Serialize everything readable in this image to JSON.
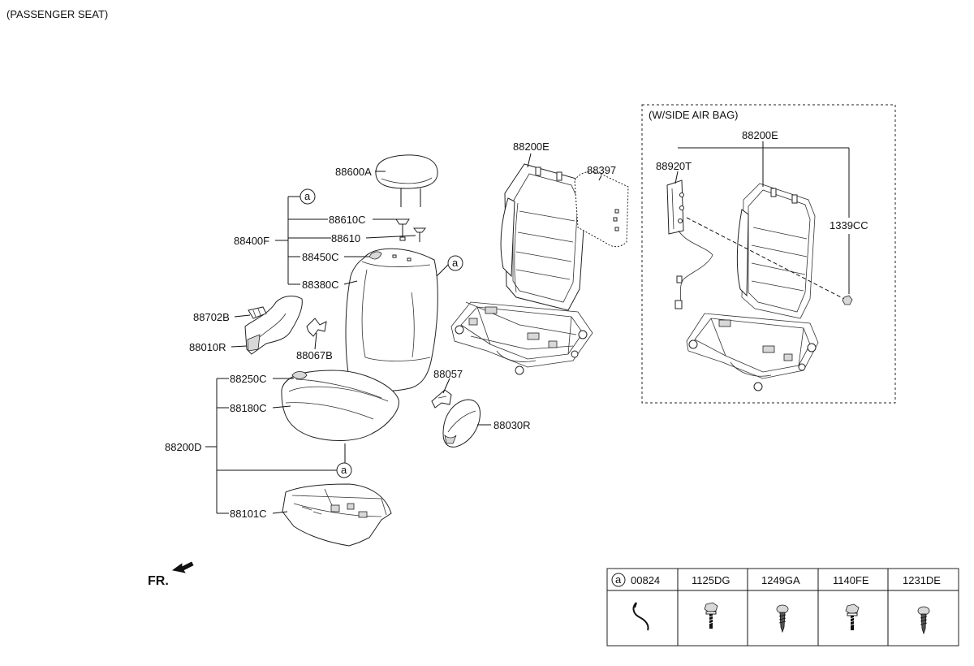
{
  "header": {
    "title": "(PASSENGER SEAT)"
  },
  "airbag_box": {
    "title": "(W/SIDE AIR BAG)"
  },
  "labels": {
    "p88600A": "88600A",
    "p88610C": "88610C",
    "p88610": "88610",
    "p88400F": "88400F",
    "p88450C": "88450C",
    "p88380C": "88380C",
    "p88702B": "88702B",
    "p88010R": "88010R",
    "p88067B": "88067B",
    "p88250C": "88250C",
    "p88180C": "88180C",
    "p88200D": "88200D",
    "p88101C": "88101C",
    "p88057": "88057",
    "p88030R": "88030R",
    "p88200E": "88200E",
    "p88397": "88397",
    "p88200E_airbag": "88200E",
    "p88920T": "88920T",
    "p1339CC": "1339CC"
  },
  "callout_ref": "a",
  "front_indicator": "FR.",
  "fastener_table": {
    "columns": [
      {
        "ref": "a",
        "code": "00824",
        "icon": "wire-clip-icon"
      },
      {
        "ref": "",
        "code": "1125DG",
        "icon": "flange-bolt-icon"
      },
      {
        "ref": "",
        "code": "1249GA",
        "icon": "tapping-screw-icon"
      },
      {
        "ref": "",
        "code": "1140FE",
        "icon": "flange-bolt-icon"
      },
      {
        "ref": "",
        "code": "1231DE",
        "icon": "tapping-screw-icon"
      }
    ]
  }
}
